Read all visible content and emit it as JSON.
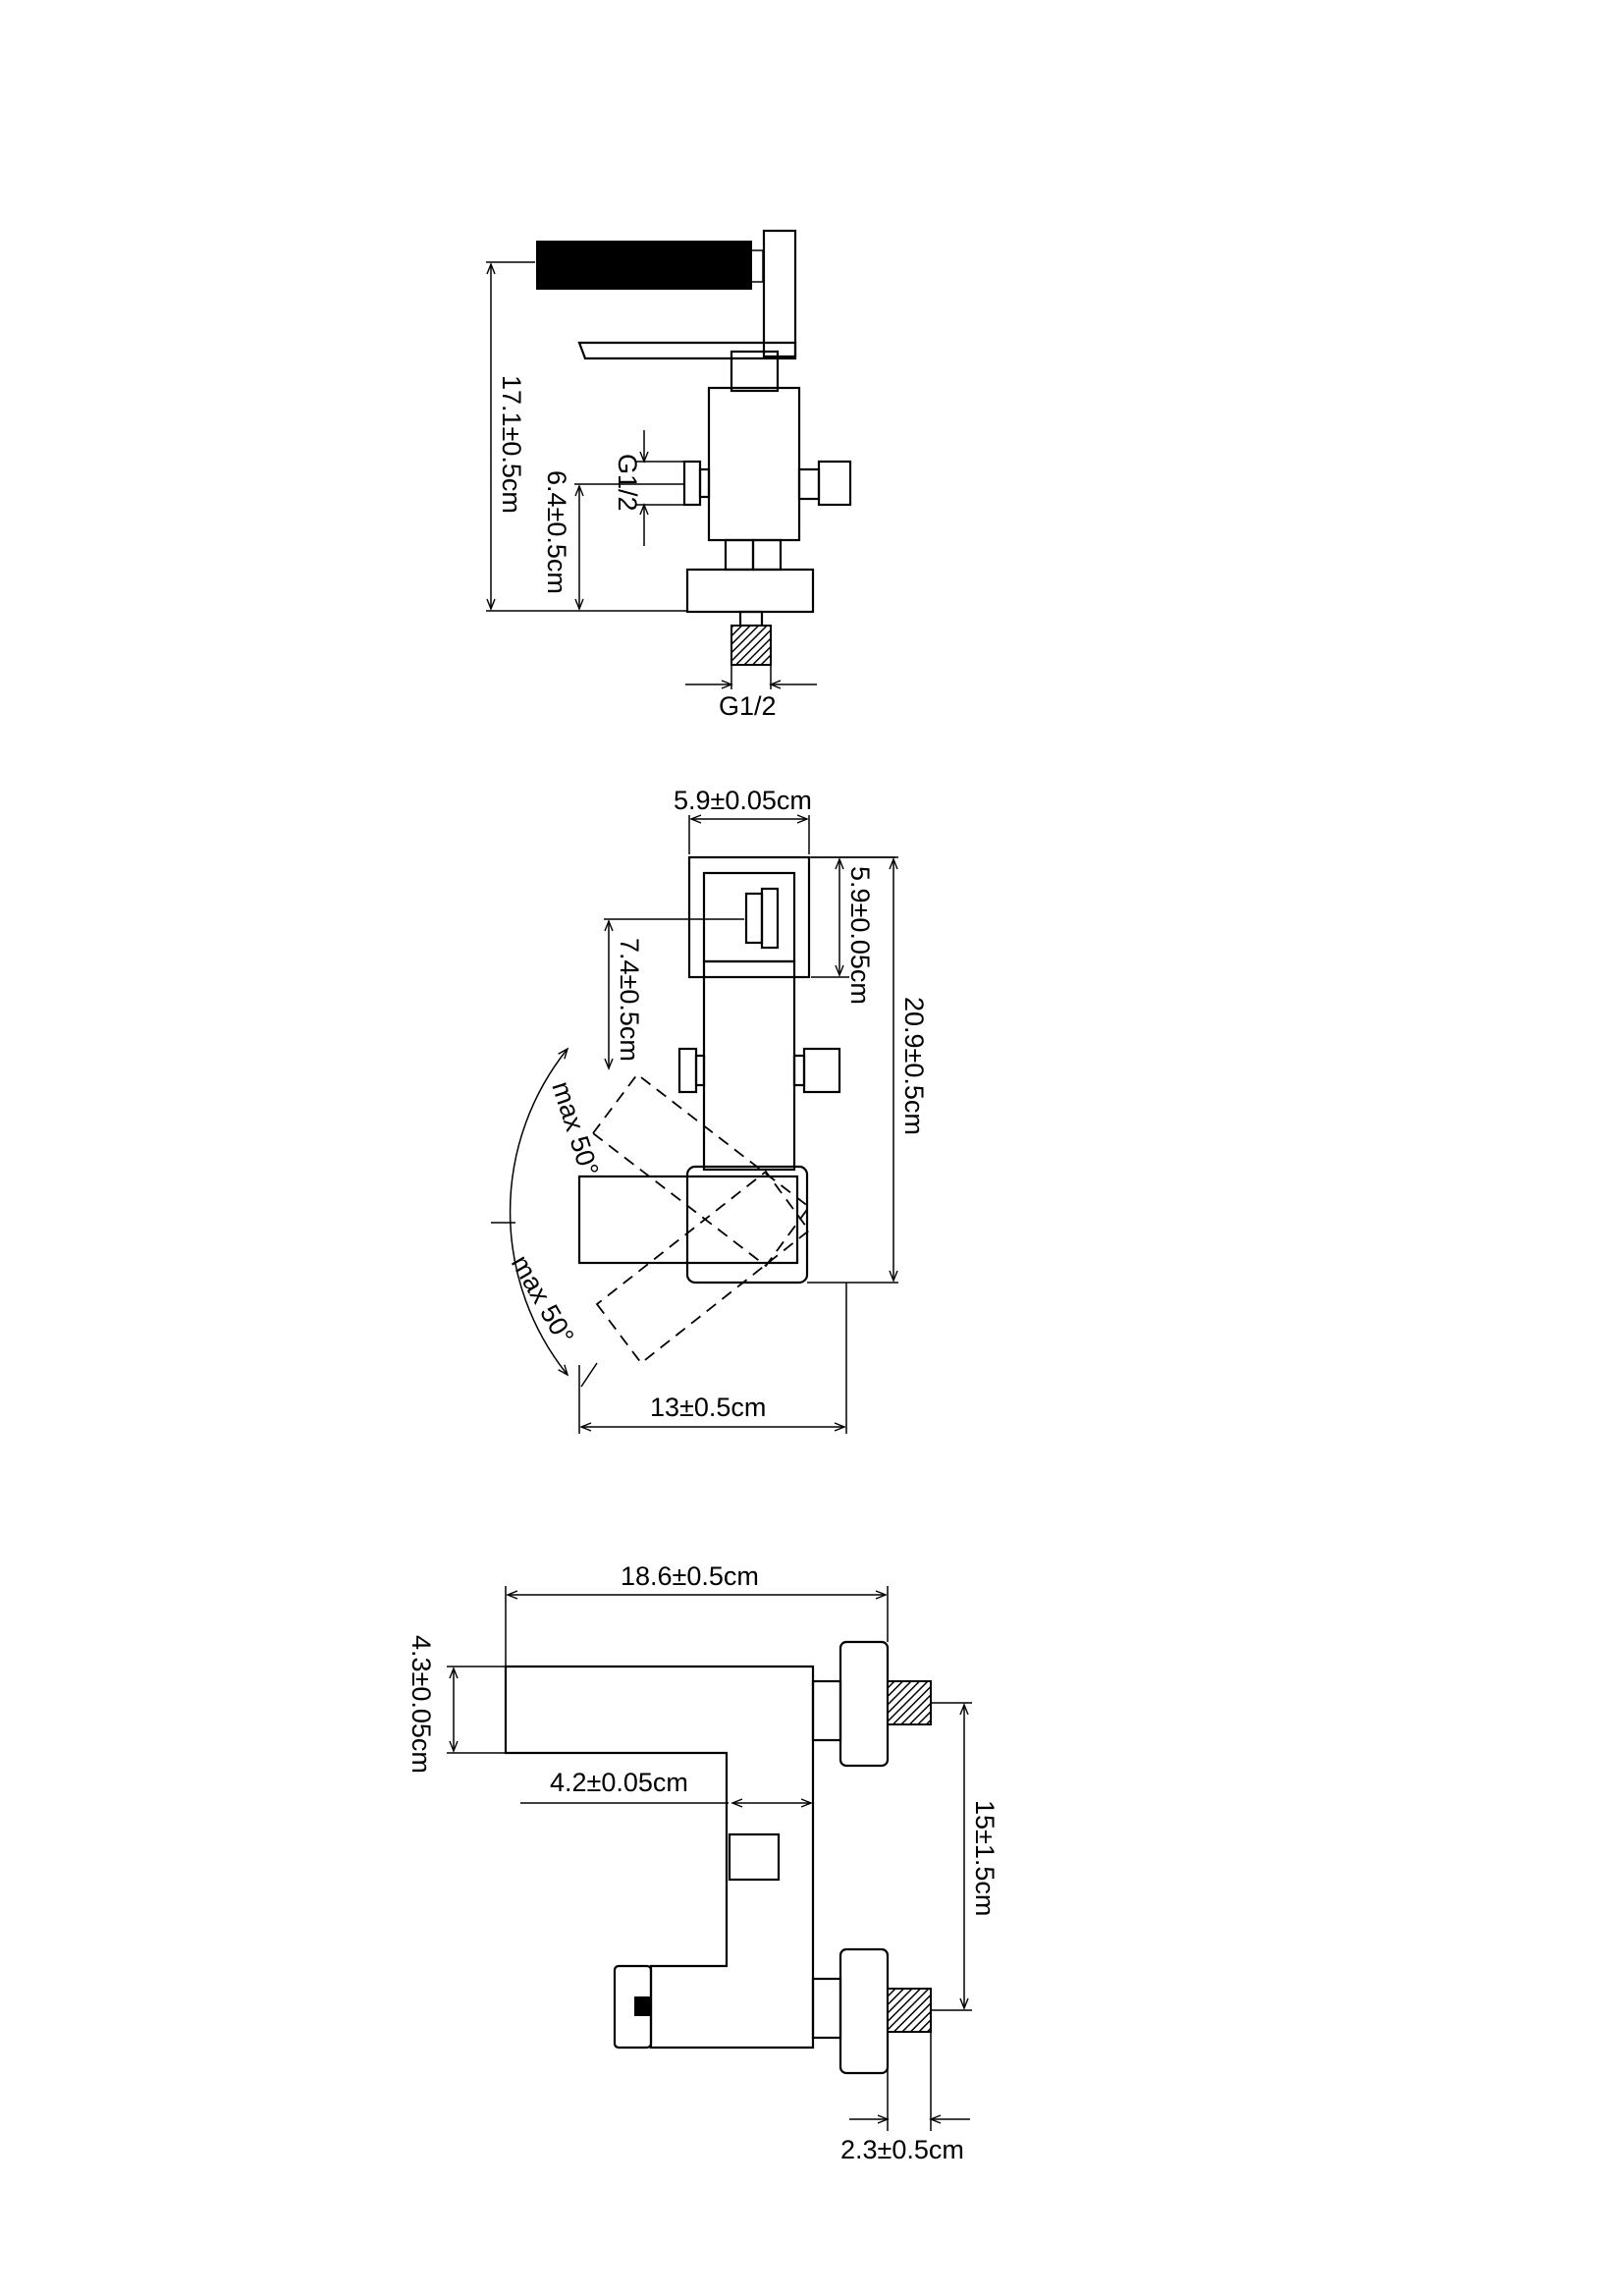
{
  "drawing": {
    "side_view": {
      "height_total": "17.1±0.5cm",
      "inlet_height": "6.4±0.5cm",
      "side_thread": "G1/2",
      "bottom_thread": "G1/2"
    },
    "top_view": {
      "head_width": "5.9±0.05cm",
      "head_depth": "5.9±0.05cm",
      "head_offset": "7.4±0.5cm",
      "total_length": "20.9±0.5cm",
      "rotation_left": "max 50°",
      "rotation_right": "max 50°",
      "spout_width": "13±0.5cm"
    },
    "front_view": {
      "total_width": "18.6±0.5cm",
      "spout_height": "4.3±0.05cm",
      "spout_inset": "4.2±0.05cm",
      "inlet_spacing": "15±1.5cm",
      "thread_length": "2.3±0.5cm"
    }
  }
}
